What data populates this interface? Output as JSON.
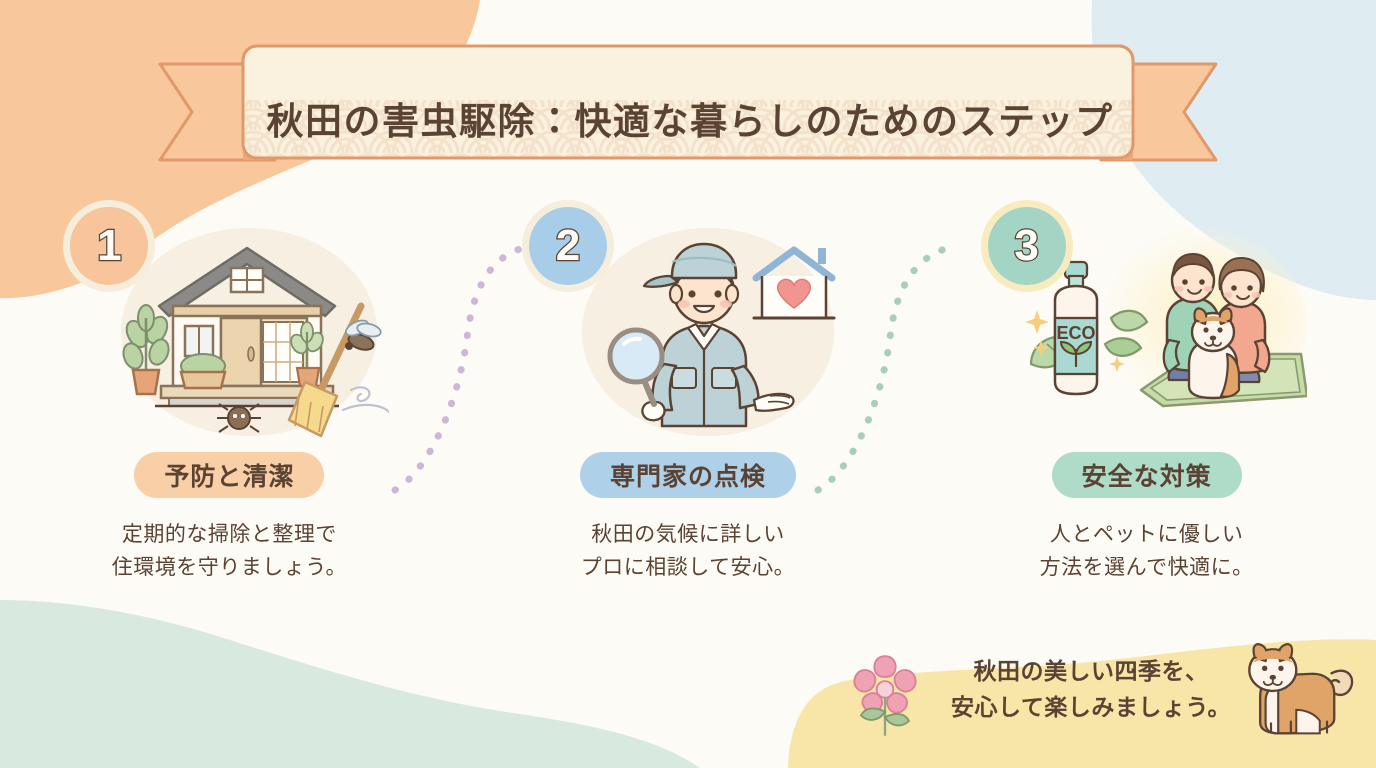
{
  "page": {
    "title": "秋田の害虫駆除：快適な暮らしのためのステップ",
    "background_color": "#FDFBF6",
    "text_color": "#5B4334"
  },
  "banner": {
    "title": "秋田の害虫駆除：快適な暮らしのためのステップ",
    "panel_color": "#FBF1DF",
    "tail_color": "#F8C89C",
    "border_color": "#E0996B",
    "pattern": "seigaiha-wave"
  },
  "decor": {
    "top_left_blob_color": "#F9C79C",
    "top_right_blob_color": "#DFEDF3",
    "bottom_left_blob_color": "#D8E9E0",
    "bottom_right_blob_color": "#F7E5A4"
  },
  "steps": [
    {
      "number": "1",
      "badge_label": "予防と清潔",
      "description": "定期的な掃除と整理で\n住環境を守りましょう。",
      "circle_color": "#F8C49B",
      "ring_color": "#F6EEDC",
      "badge_color": "#F9CFA8",
      "art_bg_color": "#F6EFE2",
      "illustration": "japanese-house-with-broom-and-pests",
      "connector_color": "#CDB6D8"
    },
    {
      "number": "2",
      "badge_label": "専門家の点検",
      "description": "秋田の気候に詳しい\nプロに相談して安心。",
      "circle_color": "#A8CDE8",
      "ring_color": "#F6EEDC",
      "badge_color": "#AFD0E9",
      "art_bg_color": "#F6EFE2",
      "illustration": "inspector-with-magnifier-and-heart-house",
      "connector_color": "#A9CFBC"
    },
    {
      "number": "3",
      "badge_label": "安全な対策",
      "description": "人とペットに優しい\n方法を選んで快適に。",
      "circle_color": "#A3D4C4",
      "ring_color": "#F7EBBF",
      "badge_color": "#AEDCC9",
      "art_bg_color": "#FBF3D9",
      "illustration": "eco-bottle-family-with-dog",
      "connector_color": ""
    }
  ],
  "footer": {
    "message": "秋田の美しい四季を、\n安心して楽しみましょう。",
    "banner_color": "#F8E6A8",
    "flower_icon": "sakura-flower-icon",
    "dog_icon": "shiba-inu-icon",
    "flower_color": "#EFA2B4",
    "dog_color": "#E0A468"
  }
}
